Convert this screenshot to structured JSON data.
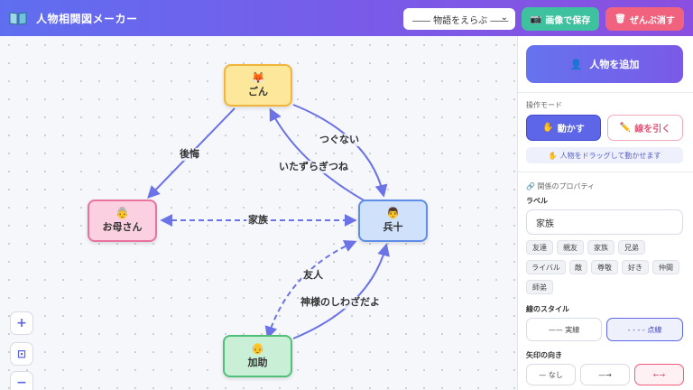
{
  "header": {
    "title": "人物相関図メーカー",
    "story_select": "―― 物語をえらぶ ――",
    "save_label": "画像で保存",
    "clear_label": "ぜんぶ消す"
  },
  "canvas": {
    "nodes": [
      {
        "id": "gon",
        "name": "ごん",
        "emoji": "🦊"
      },
      {
        "id": "mother",
        "name": "お母さん",
        "emoji": "👵"
      },
      {
        "id": "hyoju",
        "name": "兵十",
        "emoji": "👨"
      },
      {
        "id": "kasuke",
        "name": "加助",
        "emoji": "👴"
      }
    ],
    "edges": [
      {
        "label": "後悔"
      },
      {
        "label": "つぐない"
      },
      {
        "label": "いたずらぎつね"
      },
      {
        "label": "家族"
      },
      {
        "label": "友人"
      },
      {
        "label": "神様のしわざだよ"
      }
    ],
    "zoom": {
      "in": "+",
      "fit": "⊡",
      "out": "−"
    }
  },
  "sidebar": {
    "add_label": "人物を追加",
    "mode_section": "操作モード",
    "mode_move": "動かす",
    "mode_line": "線を引く",
    "hint": "人物をドラッグして動かせます",
    "props_section": "関係のプロパティ",
    "label_heading": "ラベル",
    "label_value": "家族",
    "chips": [
      "友達",
      "親友",
      "家族",
      "兄弟",
      "ライバル",
      "敵",
      "尊敬",
      "好き",
      "仲間",
      "師弟"
    ],
    "line_style_heading": "線のスタイル",
    "style_solid": "—— 実線",
    "style_dashed": "- - - - 点線",
    "arrow_heading": "矢印の向き",
    "arrow_none": "— なし",
    "arrow_fwd": "—→",
    "arrow_both": "←→"
  },
  "colors": {
    "header_start": "#5f6ef0",
    "header_end": "#8a4fe0",
    "edge": "#6b73e6",
    "save": "#3ec19e",
    "clear": "#f0627e"
  }
}
